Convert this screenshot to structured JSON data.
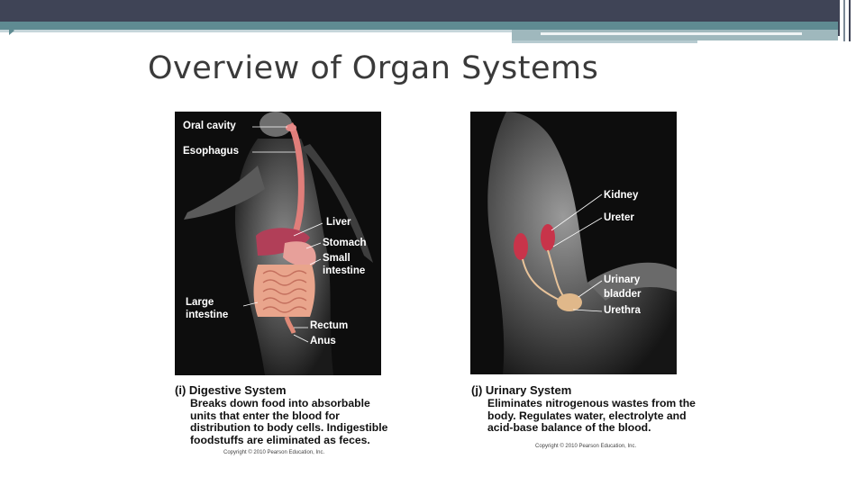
{
  "slide": {
    "title": "Overview of Organ Systems"
  },
  "digestive": {
    "labels": {
      "oral_cavity": "Oral cavity",
      "esophagus": "Esophagus",
      "liver": "Liver",
      "stomach": "Stomach",
      "small_intestine_1": "Small",
      "small_intestine_2": "intestine",
      "large_intestine_1": "Large",
      "large_intestine_2": "intestine",
      "rectum": "Rectum",
      "anus": "Anus"
    },
    "caption_heading": "(i) Digestive System",
    "caption_lines": [
      "Breaks down food into absorbable",
      "units that enter the blood for",
      "distribution to body cells. Indigestible",
      "foodstuffs are eliminated as feces."
    ],
    "copyright": "Copyright © 2010 Pearson Education, Inc."
  },
  "urinary": {
    "labels": {
      "kidney": "Kidney",
      "ureter": "Ureter",
      "urinary_bladder_1": "Urinary",
      "urinary_bladder_2": "bladder",
      "urethra": "Urethra"
    },
    "caption_heading": "(j) Urinary System",
    "caption_lines": [
      "Eliminates nitrogenous wastes from the",
      "body. Regulates water, electrolyte and",
      "acid-base balance of the blood."
    ],
    "copyright": "Copyright © 2010 Pearson Education, Inc."
  },
  "colors": {
    "header_dark": "#3f4456",
    "header_teal": "#5f8b92",
    "organ_pink": "#e8a08e",
    "organ_red": "#c84a58",
    "kidney_red": "#c8344a"
  }
}
